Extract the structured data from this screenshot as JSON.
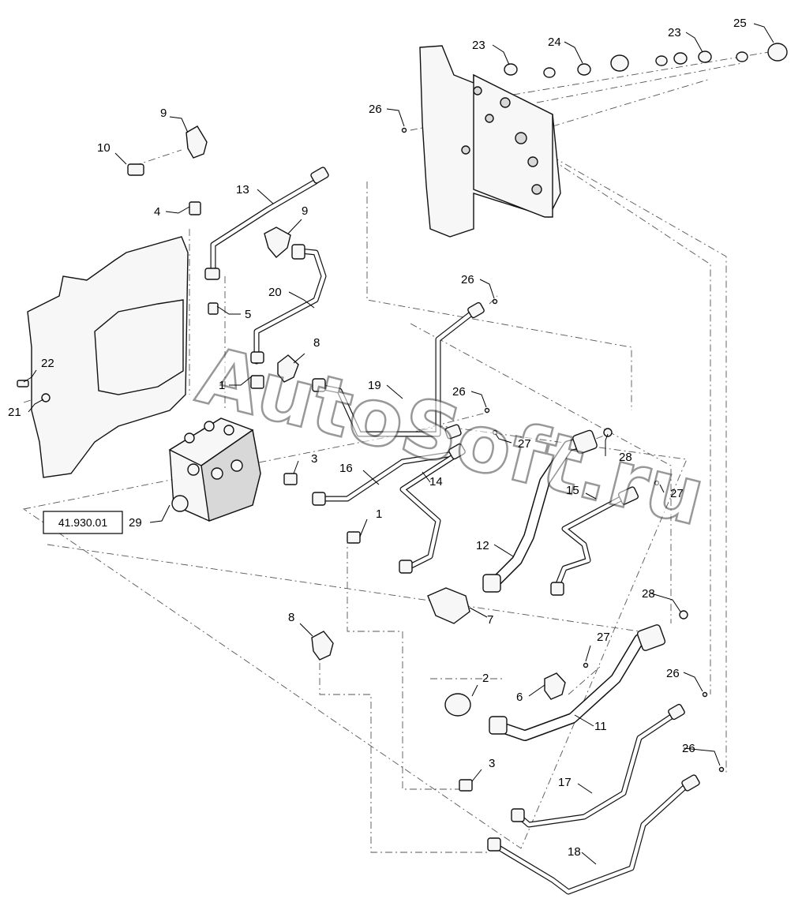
{
  "diagram": {
    "reference_box": "41.930.01",
    "watermark": "AutoSoft.ru",
    "callouts": [
      "1",
      "1",
      "2",
      "3",
      "3",
      "4",
      "5",
      "6",
      "7",
      "8",
      "8",
      "9",
      "9",
      "10",
      "11",
      "12",
      "13",
      "14",
      "15",
      "16",
      "17",
      "18",
      "19",
      "20",
      "21",
      "22",
      "23",
      "23",
      "24",
      "25",
      "26",
      "26",
      "26",
      "26",
      "26",
      "27",
      "27",
      "27",
      "28",
      "28",
      "29"
    ]
  }
}
